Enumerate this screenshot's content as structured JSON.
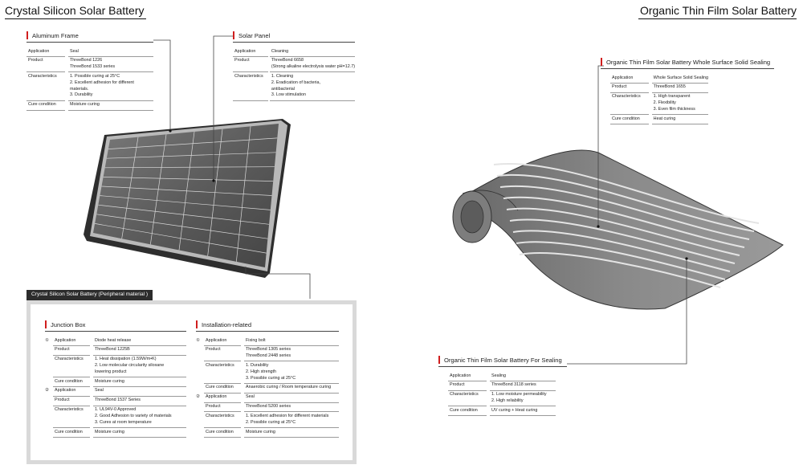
{
  "titles": {
    "left": "Crystal Silicon Solar Battery",
    "right": "Organic Thin Film Solar Battery"
  },
  "aluminum_frame": {
    "heading": "Aluminum Frame",
    "rows": [
      {
        "key": "Application",
        "lines": [
          "Seal"
        ]
      },
      {
        "key": "Product",
        "lines": [
          "ThreeBond 1226",
          "ThreeBond 1533 series"
        ]
      },
      {
        "key": "Characteristics",
        "lines": [
          "1. Possible curing at 25°C",
          "2. Excellent adhesion for different",
          "    materials.",
          "3. Durability"
        ]
      },
      {
        "key": "Cure condition",
        "lines": [
          "Moisture curing"
        ]
      }
    ]
  },
  "solar_panel": {
    "heading": "Solar Panel",
    "rows": [
      {
        "key": "Application",
        "lines": [
          "Cleaning"
        ]
      },
      {
        "key": "Product",
        "lines": [
          "ThreeBond 6658",
          "(Strong alkaline electrolysis water pH=12.7)"
        ]
      },
      {
        "key": "Characteristics",
        "lines": [
          "1. Cleaning",
          "2. Eradication of bacteria,",
          "    antibacterial",
          "3. Low stimulation"
        ]
      }
    ]
  },
  "organic_top": {
    "heading": "Organic Thin Film Solar Battery  Whole Surface Solid Sealing",
    "rows": [
      {
        "key": "Application",
        "lines": [
          "Whole Surface Solid Sealing"
        ]
      },
      {
        "key": "Product",
        "lines": [
          "ThreeBond 1655"
        ]
      },
      {
        "key": "Characteristics",
        "lines": [
          "1. High transparent",
          "2. Flexibility",
          "3. Even film thickness"
        ]
      },
      {
        "key": "Cure condition",
        "lines": [
          "Heat curing"
        ]
      }
    ]
  },
  "organic_bottom": {
    "heading": "Organic Thin Film Solar Battery  For Sealing",
    "rows": [
      {
        "key": "Application",
        "lines": [
          "Sealing"
        ]
      },
      {
        "key": "Product",
        "lines": [
          "ThreeBond 3118 series"
        ]
      },
      {
        "key": "Characteristics",
        "lines": [
          "1. Low moisture permeability",
          "2. High reliability"
        ]
      },
      {
        "key": "Cure condition",
        "lines": [
          "UV curing + Heat curing"
        ]
      }
    ]
  },
  "peripheral": {
    "label": "Crystal Silicon Solar Battery (Peripheral material )",
    "junction_box": {
      "heading": "Junction Box",
      "rows": [
        {
          "num": "①",
          "key": "Application",
          "lines": [
            "Diode heat release"
          ]
        },
        {
          "num": "",
          "key": "Product",
          "lines": [
            "ThreeBond 1225B"
          ]
        },
        {
          "num": "",
          "key": "Characteristics",
          "lines": [
            "1. Heat dissipation (1.59W/m•K)",
            "2. Low molecular circularity siloxane",
            "    lowering product"
          ]
        },
        {
          "num": "",
          "key": "Cure condition",
          "lines": [
            "Moisture curing"
          ]
        },
        {
          "num": "②",
          "key": "Application",
          "lines": [
            "Seal"
          ]
        },
        {
          "num": "",
          "key": "Product",
          "lines": [
            "ThreeBond 1537 Series"
          ]
        },
        {
          "num": "",
          "key": "Characteristics",
          "lines": [
            "1. UL94V-0 Approved",
            "2. Good Adhesion to variety of materials",
            "3. Cures at room temperature"
          ]
        },
        {
          "num": "",
          "key": "Cure condition",
          "lines": [
            "Moisture curing"
          ]
        }
      ]
    },
    "installation": {
      "heading": "Installation-related",
      "rows": [
        {
          "num": "①",
          "key": "Application",
          "lines": [
            "Fixing bolt"
          ]
        },
        {
          "num": "",
          "key": "Product",
          "lines": [
            "ThreeBond 1305 series",
            "ThreeBond 2448 series"
          ]
        },
        {
          "num": "",
          "key": "Characteristics",
          "lines": [
            "1. Durability",
            "2. High strength",
            "3. Possible curing at 25°C"
          ]
        },
        {
          "num": "",
          "key": "Cure condition",
          "lines": [
            "Anaerobic curing / Room temperature curing"
          ]
        },
        {
          "num": "②",
          "key": "Application",
          "lines": [
            "Seal"
          ]
        },
        {
          "num": "",
          "key": "Product",
          "lines": [
            "ThreeBond 5200 series"
          ]
        },
        {
          "num": "",
          "key": "Characteristics",
          "lines": [
            "1. Excellent adhesion for different materials",
            "2. Possible curing at 25°C"
          ]
        },
        {
          "num": "",
          "key": "Cure condition",
          "lines": [
            "Moisture curing"
          ]
        }
      ]
    }
  }
}
